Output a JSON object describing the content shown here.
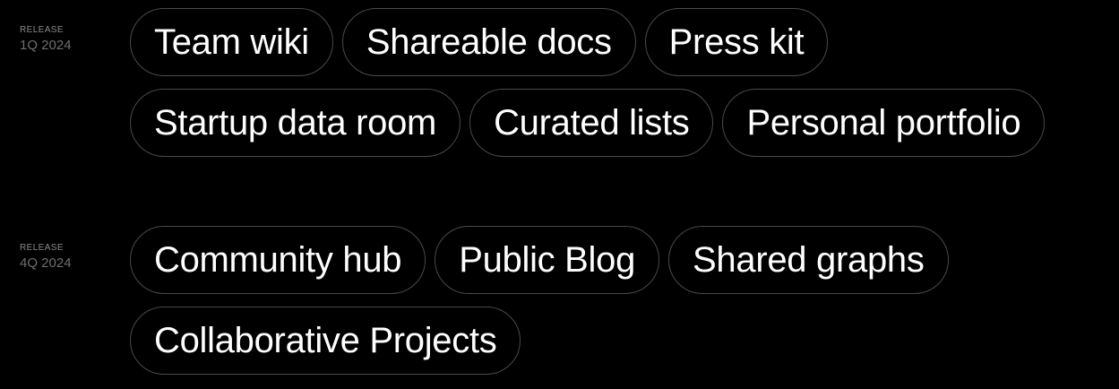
{
  "releases": [
    {
      "label": "RELEASE",
      "quarter": "1Q 2024",
      "items": [
        "Team wiki",
        "Shareable docs",
        "Press kit",
        "Startup data room",
        "Curated lists",
        "Personal portfolio"
      ]
    },
    {
      "label": "RELEASE",
      "quarter": "4Q 2024",
      "items": [
        "Community hub",
        "Public Blog",
        "Shared graphs",
        "Collaborative Projects"
      ]
    }
  ],
  "colors": {
    "background": "#000000",
    "pill_border": "#4a4a4a",
    "text": "#ffffff",
    "muted": "#8a8a8a"
  }
}
